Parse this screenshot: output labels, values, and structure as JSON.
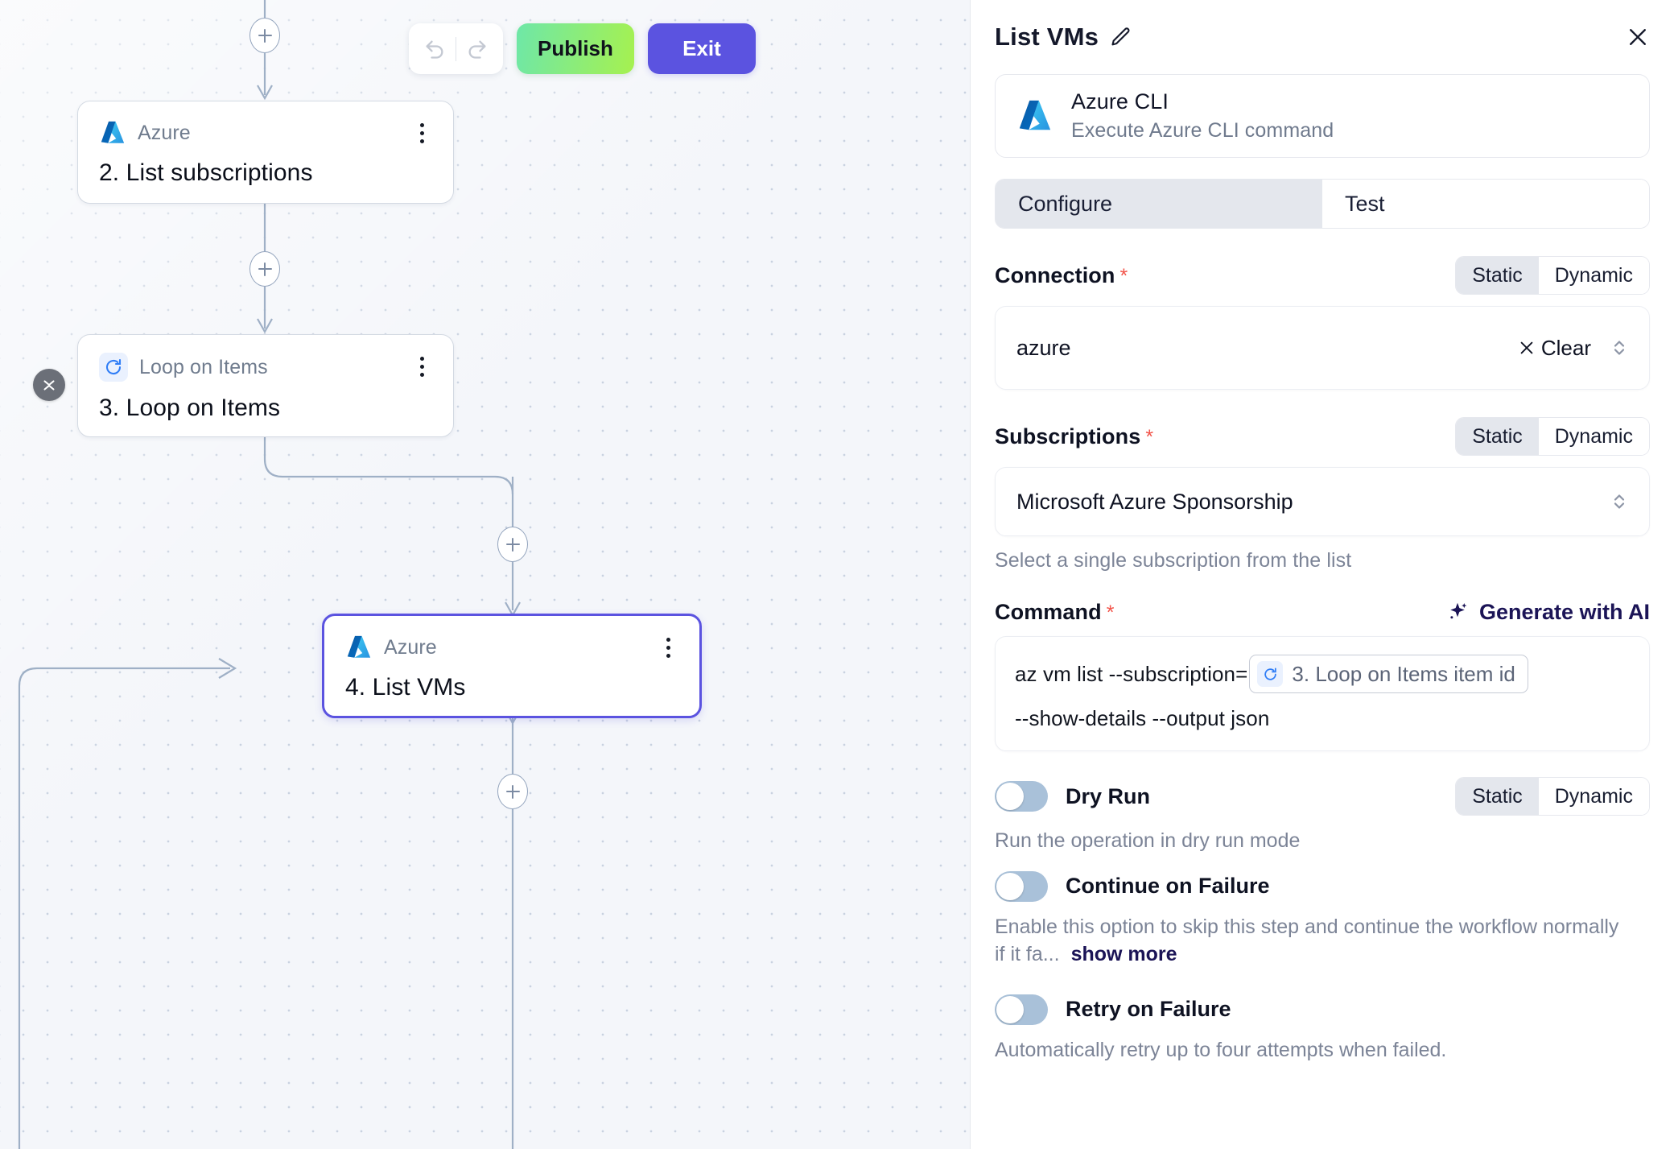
{
  "canvas": {
    "toolbar": {
      "undo_icon": "undo-icon",
      "redo_icon": "redo-icon",
      "publish_label": "Publish",
      "exit_label": "Exit",
      "publish_color": "#a6f14f",
      "exit_color": "#5b53e0"
    },
    "collapse_icon": "collapse-chevrons-icon",
    "add_icon": "plus-icon",
    "nodes": [
      {
        "source": "Azure",
        "title": "2. List subscriptions",
        "icon": "azure-logo-icon",
        "selected": false
      },
      {
        "source": "Loop on Items",
        "title": "3. Loop on Items",
        "icon": "loop-refresh-icon",
        "selected": false
      },
      {
        "source": "Azure",
        "title": "4. List VMs",
        "icon": "azure-logo-icon",
        "selected": true
      }
    ]
  },
  "panel": {
    "title": "List VMs",
    "edit_icon": "pencil-icon",
    "close_icon": "close-icon",
    "operation": {
      "name": "Azure CLI",
      "description": "Execute Azure CLI command",
      "icon": "azure-logo-icon"
    },
    "tabs": [
      {
        "label": "Configure",
        "active": true
      },
      {
        "label": "Test",
        "active": false
      }
    ],
    "segmented_options": {
      "static": "Static",
      "dynamic": "Dynamic"
    },
    "fields": {
      "connection": {
        "label": "Connection",
        "required": "*",
        "value": "azure",
        "clear_label": "Clear",
        "clear_icon": "x-icon",
        "stepper_icon": "chevron-updown-icon",
        "mode": "Static"
      },
      "subscriptions": {
        "label": "Subscriptions",
        "required": "*",
        "value": "Microsoft Azure Sponsorship",
        "help": "Select a single subscription from the list",
        "stepper_icon": "chevron-updown-icon",
        "mode": "Static"
      },
      "command": {
        "label": "Command",
        "required": "*",
        "generate_label": "Generate with AI",
        "generate_icon": "sparkles-icon",
        "text_before": "az vm list --subscription=",
        "token_label": "3. Loop on Items item id",
        "token_icon": "loop-refresh-icon",
        "text_after": "--show-details --output json"
      },
      "dry_run": {
        "label": "Dry Run",
        "description": "Run the operation in dry run mode",
        "enabled": false,
        "mode": "Static"
      },
      "continue_on_failure": {
        "label": "Continue on Failure",
        "description": "Enable this option to skip this step and continue the workflow normally if it fa...",
        "show_more": "show more",
        "enabled": false
      },
      "retry_on_failure": {
        "label": "Retry on Failure",
        "description": "Automatically retry up to four attempts when failed.",
        "enabled": false
      }
    }
  }
}
